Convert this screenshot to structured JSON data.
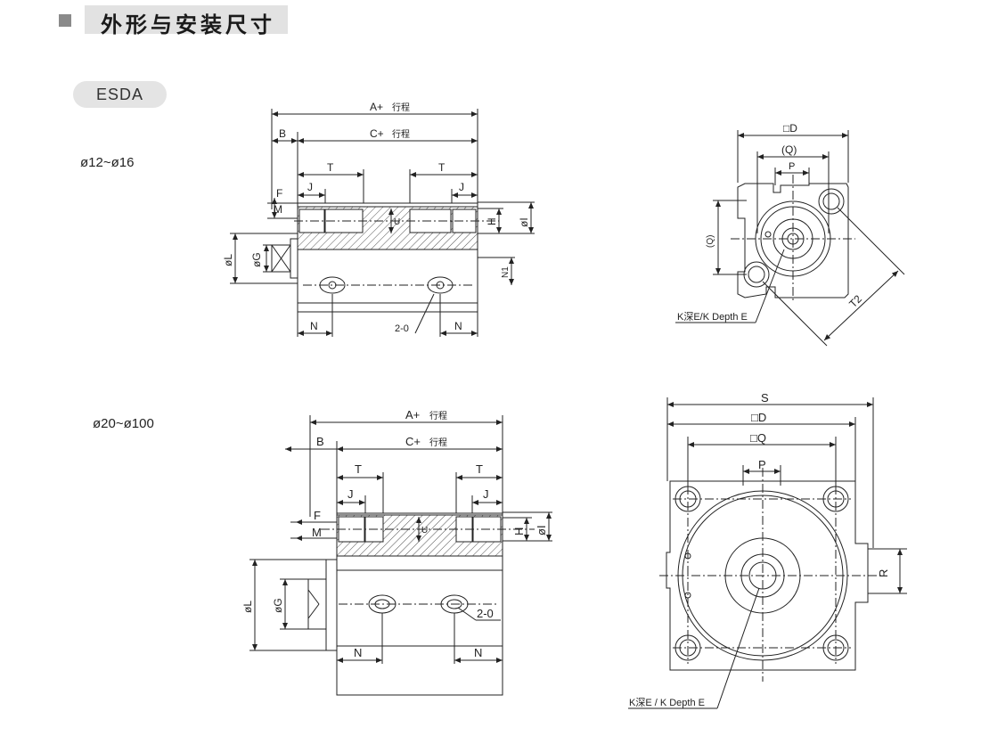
{
  "header": {
    "title": "外形与安装尺寸"
  },
  "model": {
    "name": "ESDA"
  },
  "ranges": {
    "small": "ø12~ø16",
    "large": "ø20~ø100"
  },
  "dims_small_side": {
    "a": "A+",
    "stroke": "行程",
    "b": "B",
    "c": "C+",
    "t": "T",
    "j": "J",
    "f": "F",
    "m": "M",
    "h": "H",
    "i": "øI",
    "u": "U",
    "l": "øL",
    "g": "øG",
    "n1": "N1",
    "n": "N",
    "holes": "2-0"
  },
  "dims_small_end": {
    "d": "□D",
    "q": "(Q)",
    "p": "P",
    "t2": "T2",
    "depth": "K深E/K Depth E"
  },
  "dims_large_side": {
    "a": "A+",
    "stroke": "行程",
    "b": "B",
    "c": "C+",
    "t": "T",
    "j": "J",
    "f": "F",
    "m": "M",
    "h": "H",
    "i": "øI",
    "u": "U",
    "l": "øL",
    "g": "øG",
    "n": "N",
    "holes": "2-0"
  },
  "dims_large_end": {
    "s": "S",
    "d": "□D",
    "q": "□Q",
    "p": "P",
    "r": "R",
    "depth": "K深E / K Depth E"
  }
}
